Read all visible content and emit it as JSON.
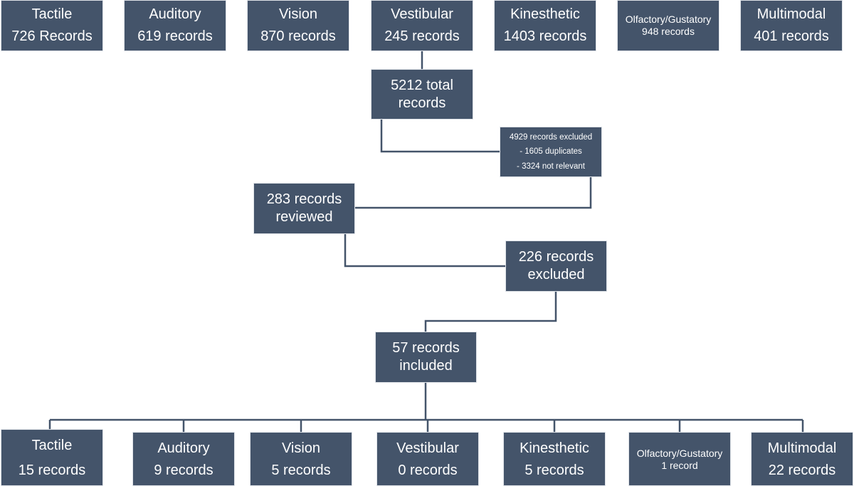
{
  "sources": [
    {
      "name": "Tactile",
      "count": "726 Records"
    },
    {
      "name": "Auditory",
      "count": "619 records"
    },
    {
      "name": "Vision",
      "count": "870 records"
    },
    {
      "name": "Vestibular",
      "count": "245 records"
    },
    {
      "name": "Kinesthetic",
      "count": "1403 records"
    },
    {
      "name": "Olfactory/Gustatory",
      "count": "948 records"
    },
    {
      "name": "Multimodal",
      "count": "401 records"
    }
  ],
  "total": {
    "line1": "5212 total",
    "line2": "records"
  },
  "excluded_first": {
    "line1": "4929 records excluded",
    "line2": "- 1605 duplicates",
    "line3": "- 3324 not relevant"
  },
  "reviewed": {
    "line1": "283 records",
    "line2": "reviewed"
  },
  "excluded_second": {
    "line1": "226 records",
    "line2": "excluded"
  },
  "included": {
    "line1": "57 records",
    "line2": "included"
  },
  "results": [
    {
      "name": "Tactile",
      "count": "15 records"
    },
    {
      "name": "Auditory",
      "count": "9 records"
    },
    {
      "name": "Vision",
      "count": "5 records"
    },
    {
      "name": "Vestibular",
      "count": "0 records"
    },
    {
      "name": "Kinesthetic",
      "count": "5 records"
    },
    {
      "name": "Olfactory/Gustatory",
      "count": "1 record"
    },
    {
      "name": "Multimodal",
      "count": "22 records"
    }
  ]
}
